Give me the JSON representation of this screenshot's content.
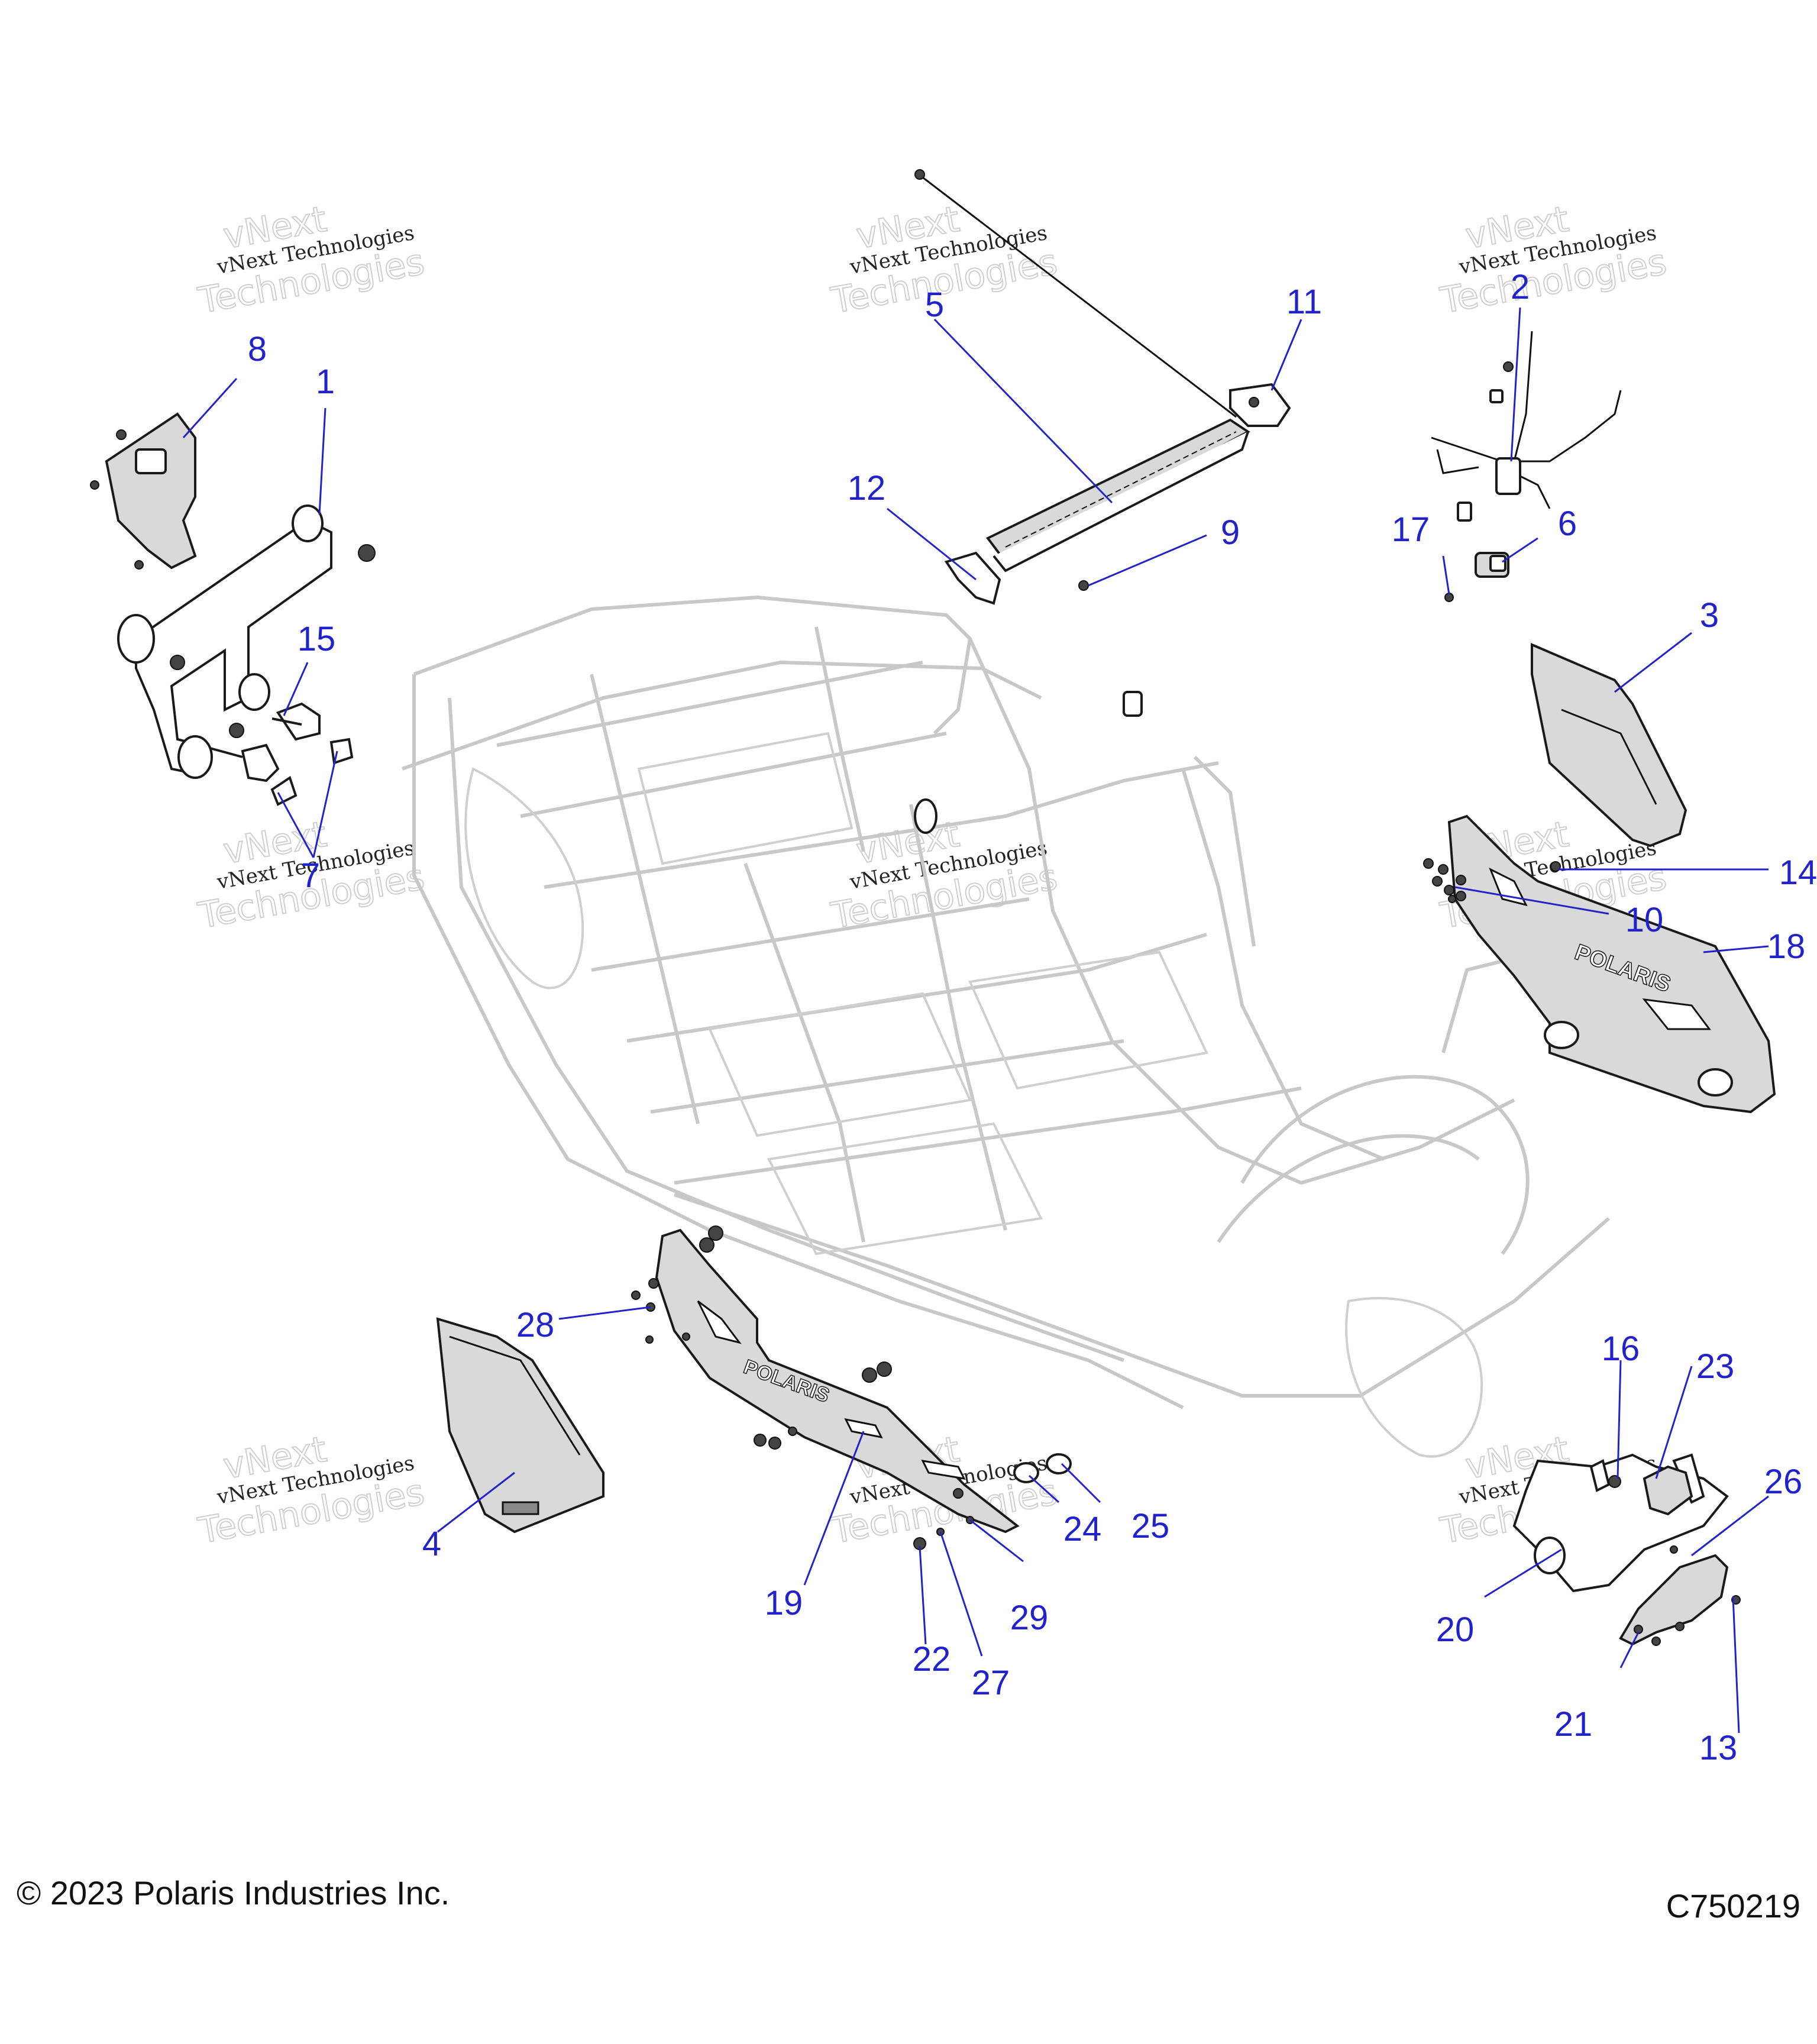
{
  "watermark": {
    "company": "vNext Technologies",
    "ghost_top": "vNext",
    "ghost_bottom": "Technologies"
  },
  "callouts": [
    "1",
    "2",
    "3",
    "4",
    "5",
    "6",
    "7",
    "8",
    "9",
    "10",
    "11",
    "12",
    "13",
    "14",
    "15",
    "16",
    "17",
    "18",
    "19",
    "20",
    "21",
    "22",
    "23",
    "24",
    "25",
    "26",
    "27",
    "28",
    "29"
  ],
  "footer": {
    "copyright": "© 2023 Polaris Industries Inc.",
    "diagram_id": "C750219"
  },
  "part_text": {
    "brand_lower": "POLARIS",
    "brand_upper": "POLARIS"
  },
  "colors": {
    "callout": "#2222cc",
    "frame": "#c8c8c8",
    "outline": "#1a1a1a"
  }
}
